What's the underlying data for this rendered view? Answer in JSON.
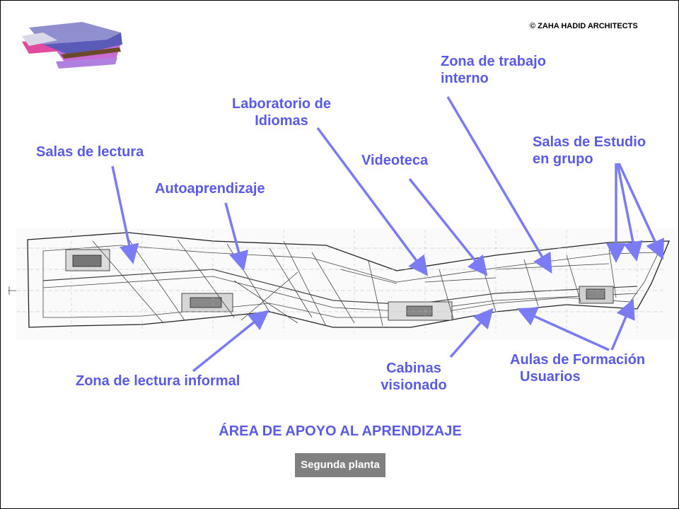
{
  "copyright": "© ZAHA HADID ARCHITECTS",
  "title": "ÁREA DE APOYO AL APRENDIZAJE",
  "floor_button": "Segunda planta",
  "colors": {
    "label": "#5a5ae8",
    "arrow": "#7b7bf5",
    "button_bg": "#808080"
  },
  "labels": {
    "salas_lectura": "Salas de lectura",
    "autoaprendizaje": "Autoaprendizaje",
    "laboratorio_1": "Laboratorio de",
    "laboratorio_2": "Idiomas",
    "videoteca": "Videoteca",
    "zona_trabajo_1": "Zona de trabajo",
    "zona_trabajo_2": "interno",
    "salas_estudio_1": "Salas de Estudio",
    "salas_estudio_2": "en grupo",
    "zona_lectura_informal": "Zona de lectura informal",
    "cabinas_1": "Cabinas",
    "cabinas_2": "visionado",
    "aulas_1": "Aulas de Formación",
    "aulas_2": "Usuarios"
  },
  "logo_icon": "building-model-icon",
  "plan_icon": "floor-plan-drawing"
}
